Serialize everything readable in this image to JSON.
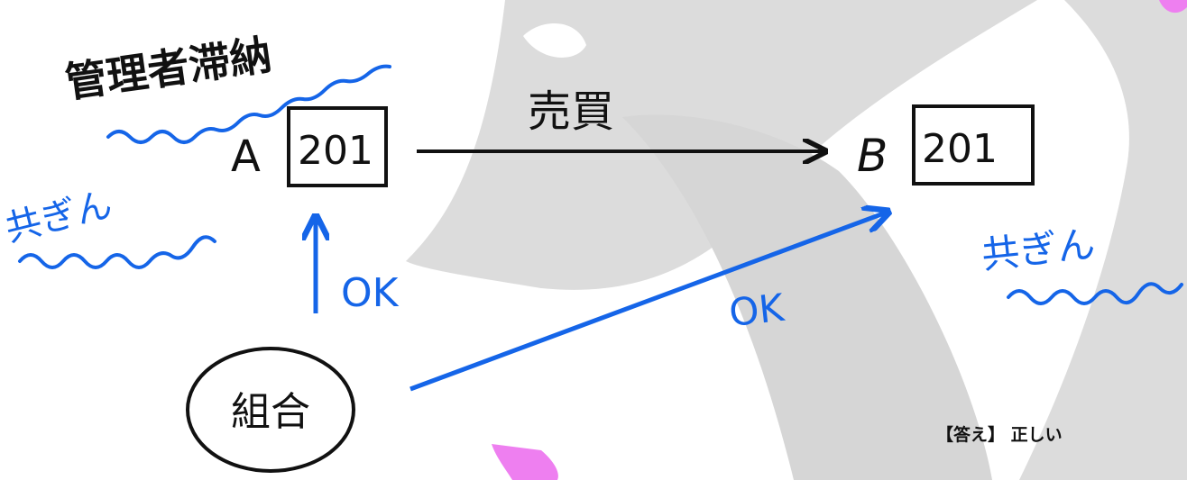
{
  "colors": {
    "ink": "#111111",
    "blue": "#1565e8",
    "watermark": "#c8c8c8",
    "pink": "#ee7ff0",
    "background": "#ffffff"
  },
  "annotations": {
    "top_left_note": "管理者滞納",
    "transaction": "売買",
    "blue_left": "共ぎん",
    "blue_right": "共ぎん",
    "ok_vertical": "OK",
    "ok_diagonal": "OK"
  },
  "party_a": {
    "label": "A",
    "unit": "201"
  },
  "party_b": {
    "label": "B",
    "unit": "201"
  },
  "association": {
    "label": "組合"
  },
  "answer": {
    "text": "【答え】 正しい"
  }
}
